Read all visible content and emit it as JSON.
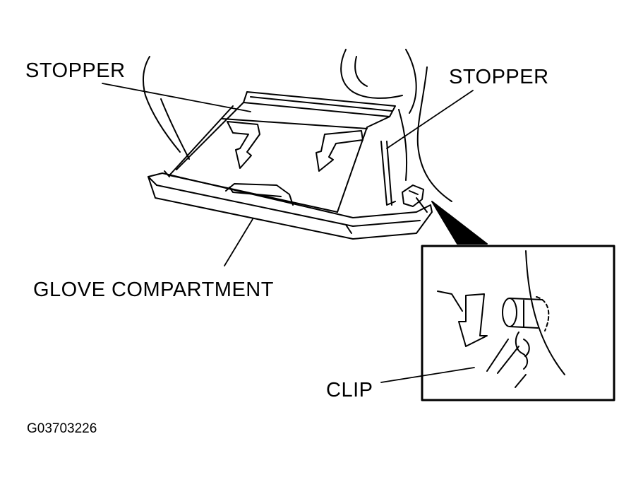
{
  "labels": {
    "stopper_left": "STOPPER",
    "stopper_right": "STOPPER",
    "glove_compartment": "GLOVE COMPARTMENT",
    "clip": "CLIP",
    "figure_id": "G03703226"
  },
  "colors": {
    "line": "#000000",
    "background": "#ffffff"
  }
}
